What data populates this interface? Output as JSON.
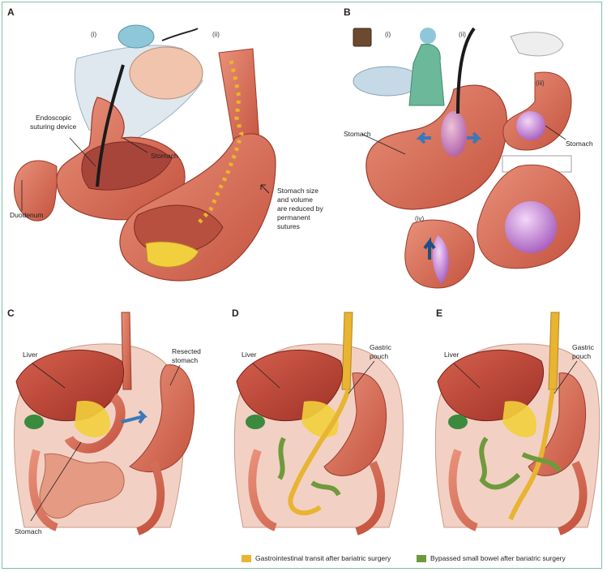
{
  "panels": {
    "a": {
      "letter": "A",
      "sub_i": "(i)",
      "sub_ii": "(ii)",
      "lbl_device_1": "Endoscopic",
      "lbl_device_2": "suturing device",
      "lbl_stomach": "Stomach",
      "lbl_duodenum": "Duodenum",
      "note_1": "Stomach size",
      "note_2": "and volume",
      "note_3": "are reduced by",
      "note_4": "permanent",
      "note_5": "sutures"
    },
    "b": {
      "letter": "B",
      "sub_i": "(i)",
      "sub_ii": "(ii)",
      "sub_iii": "(iii)",
      "sub_iv": "(iv)",
      "lbl_stomach_left": "Stomach",
      "lbl_stomach_right": "Stomach"
    },
    "c": {
      "letter": "C",
      "lbl_liver": "Liver",
      "lbl_resected_1": "Resected",
      "lbl_resected_2": "stomach",
      "lbl_stomach": "Stomach"
    },
    "d": {
      "letter": "D",
      "lbl_liver": "Liver",
      "lbl_pouch_1": "Gastric",
      "lbl_pouch_2": "pouch"
    },
    "e": {
      "letter": "E",
      "lbl_liver": "Liver",
      "lbl_pouch_1": "Gastric",
      "lbl_pouch_2": "pouch"
    }
  },
  "legend": [
    {
      "label": "Gastrointestinal transit after bariatric surgery",
      "color": "#e8b431"
    },
    {
      "label": "Bypassed small bowel after bariatric surgery",
      "color": "#6f9a3c"
    }
  ],
  "colors": {
    "frame": "#7fc0a2",
    "tissue": "#d9715a",
    "tissue_dark": "#b54a3a",
    "liver": "#c4463a",
    "fat": "#f2cf3c",
    "gall": "#3b8a3e",
    "arrow": "#3c78b8",
    "balloon": "#c58ad6"
  }
}
